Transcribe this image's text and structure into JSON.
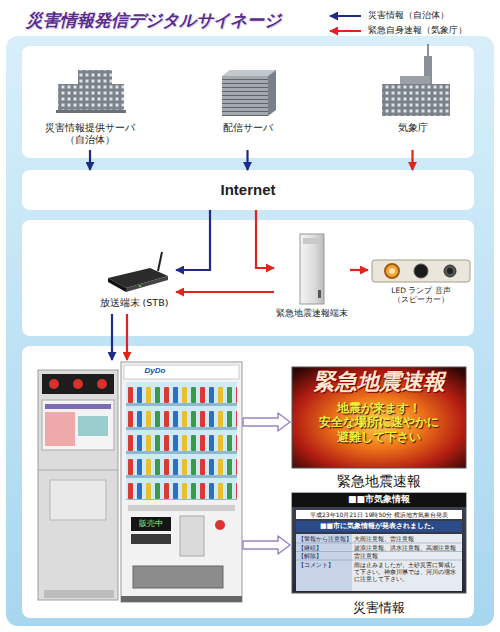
{
  "diagram": {
    "title": "災害情報発信デジタルサイネージ",
    "nodes": [
      {
        "text": [
          "災害情報提供サーバ（自治体）"
        ]
      },
      {
        "text": [
          "配信サーバ"
        ]
      },
      {
        "text": [
          "気象庁"
        ]
      },
      {
        "text": [
          "Internet"
        ]
      },
      {
        "text": [
          "放送端末 (STB)"
        ]
      },
      {
        "text": [
          "緊急地震速報端末"
        ]
      },
      {
        "text": [
          "LED ランプ 音声（スピーカー）"
        ]
      },
      {
        "text": [
          "DyDo",
          "販売中"
        ]
      },
      {
        "text": [
          "緊急地震速報",
          "地震が来ます！ 安全な場所に速やかに 避難して下さい",
          "緊急地震速報"
        ]
      },
      {
        "text": [
          "■■市気象情報",
          "平成23年10月21日 19時50分 横浜地方気象台発表",
          "■■市に気象情報が発表されました。",
          "【警報から注意報】",
          "大雨注意報、雷注意報",
          "【継続】",
          "波浪注意報、洪水注意報、高潮注意報",
          "【解除】",
          "雷注意報",
          "【コメント】",
          "雨は止みましたが、土砂災害に警戒して下さい。神奈川県では、河川の増水に注意して下さい。",
          "災害情報"
        ]
      }
    ],
    "edges": [
      {
        "from": 0,
        "to": 3,
        "arrow": "to"
      },
      {
        "from": 1,
        "to": 3,
        "arrow": "to"
      },
      {
        "from": 2,
        "to": 3,
        "arrow": "to"
      },
      {
        "from": 3,
        "to": 4,
        "arrow": "to"
      },
      {
        "from": 3,
        "to": 5,
        "arrow": "to"
      },
      {
        "from": 5,
        "to": 6,
        "arrow": "to"
      },
      {
        "from": 5,
        "to": 4,
        "arrow": "to"
      },
      {
        "from": 4,
        "to": 7,
        "arrow": "to"
      },
      {
        "from": 4,
        "to": 7,
        "arrow": "to"
      },
      {
        "from": 7,
        "to": 8,
        "arrow": "to"
      },
      {
        "from": 7,
        "to": 9,
        "arrow": "to"
      }
    ],
    "legend": [
      {
        "text": "災害情報（自治体）"
      },
      {
        "text": "緊急自身速報（気象庁）"
      }
    ]
  }
}
